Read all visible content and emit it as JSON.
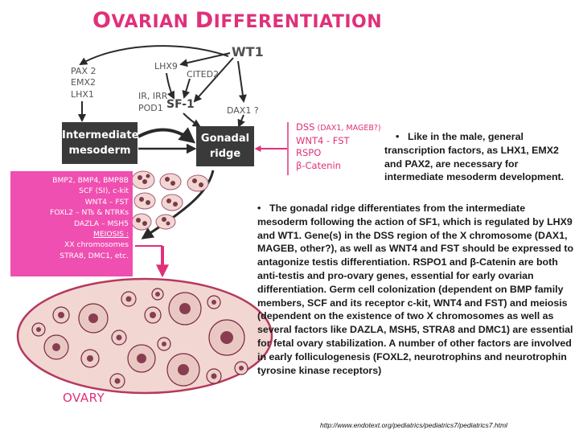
{
  "title": {
    "c1": "O",
    "r1": "VARIAN ",
    "c2": "D",
    "r2": "IFFERENTIATION"
  },
  "genes": {
    "wt1": "WT1",
    "lhx9": "LHX9",
    "cited2": "CITED2",
    "pax2": "PAX 2",
    "emx2": "EMX2",
    "lhx1": "LHX1",
    "ir_irr": "IR, IRR",
    "pod1": "POD1",
    "sf1": "SF-1",
    "dax1": "DAX1 ?"
  },
  "boxes": {
    "intermediate_line1": "Intermediate",
    "intermediate_line2": "mesoderm",
    "gonadal_line1": "Gonadal",
    "gonadal_line2": "ridge"
  },
  "factors_box": {
    "lines": [
      "BMP2, BMP4, BMP8B",
      "SCF (SI), c-kit",
      "WNT4 – FST",
      "FOXL2 – NTs & NTRKs",
      "DAZLA – MSH5",
      "MEIOSIS :",
      "XX chromosomes",
      "STRA8, DMC1, etc."
    ]
  },
  "dss_list": {
    "dss_main": "DSS",
    "dss_sub": " (DAX1, MAGEB?)",
    "wnt4": "WNT4 - FST",
    "rspo": "RSPO",
    "catenin": "β-Catenin"
  },
  "text1": {
    "bullet": "•",
    "body": "Like in the male, general transcription factors, as LHX1, EMX2 and PAX2, are necessary for intermediate mesoderm development."
  },
  "text2": {
    "bullet": "•",
    "body": "The gonadal ridge differentiates from the intermediate mesoderm following the action of SF1, which is regulated by LHX9 and WT1. Gene(s) in the DSS region of the X chromosome (DAX1, MAGEB, other?), as well as WNT4 and FST should be expressed to antagonize testis differentiation. RSPO1 and β-Catenin are both anti-testis and pro-ovary genes, essential for early ovarian differentiation. Germ cell colonization (dependent on BMP family members, SCF and its receptor c-kit, WNT4 and FST) and meiosis (dependent on the existence of two X chromosomes as well as several factors like DAZLA, MSH5, STRA8 and DMC1) are essential for fetal ovary stabilization. A number of other factors are involved in early folliculogenesis (FOXL2, neurotrophins and neurotrophin tyrosine kinase receptors)"
  },
  "ovary_label": "OVARY",
  "source_url": "http://www.endotext.org/pediatrics/pediatrics7/pediatrics7.html",
  "colors": {
    "accent": "#e0307a",
    "box": "#3a3a3a",
    "factors_fill": "#ef4fb0",
    "ovary_fill": "#f2d6d2",
    "ovary_border": "#b53a5c"
  }
}
